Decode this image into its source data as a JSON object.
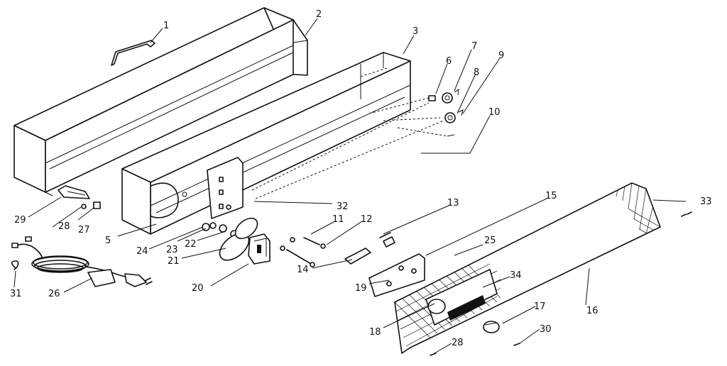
{
  "diagram": {
    "callouts": [
      {
        "id": "c1",
        "text": "1"
      },
      {
        "id": "c2",
        "text": "2"
      },
      {
        "id": "c3",
        "text": "3"
      },
      {
        "id": "c5",
        "text": "5"
      },
      {
        "id": "c6",
        "text": "6"
      },
      {
        "id": "c7",
        "text": "7"
      },
      {
        "id": "c8",
        "text": "8"
      },
      {
        "id": "c9",
        "text": "9"
      },
      {
        "id": "c10",
        "text": "10"
      },
      {
        "id": "c11",
        "text": "11"
      },
      {
        "id": "c12",
        "text": "12"
      },
      {
        "id": "c13",
        "text": "13"
      },
      {
        "id": "c14",
        "text": "14"
      },
      {
        "id": "c15",
        "text": "15"
      },
      {
        "id": "c16",
        "text": "16"
      },
      {
        "id": "c17",
        "text": "17"
      },
      {
        "id": "c18",
        "text": "18"
      },
      {
        "id": "c19",
        "text": "19"
      },
      {
        "id": "c20",
        "text": "20"
      },
      {
        "id": "c21",
        "text": "21"
      },
      {
        "id": "c22",
        "text": "22"
      },
      {
        "id": "c23",
        "text": "23"
      },
      {
        "id": "c24",
        "text": "24"
      },
      {
        "id": "c25",
        "text": "25"
      },
      {
        "id": "c26",
        "text": "26"
      },
      {
        "id": "c27",
        "text": "27"
      },
      {
        "id": "c28a",
        "text": "28"
      },
      {
        "id": "c28b",
        "text": "28"
      },
      {
        "id": "c29",
        "text": "29"
      },
      {
        "id": "c30",
        "text": "30"
      },
      {
        "id": "c31",
        "text": "31"
      },
      {
        "id": "c32",
        "text": "32"
      },
      {
        "id": "c33",
        "text": "33"
      },
      {
        "id": "c34",
        "text": "34"
      }
    ]
  }
}
